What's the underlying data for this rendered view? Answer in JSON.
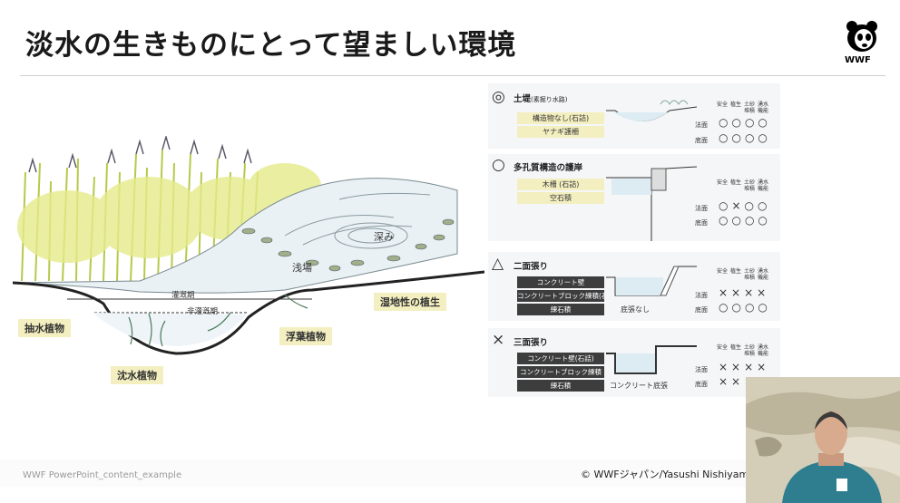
{
  "slide": {
    "title": "淡水の生きものにとって望ましい環境",
    "logo_text": "WWF",
    "footer_left": "WWF PowerPoint_content_example",
    "footer_right": "© WWFジャパン/Yasushi Nishiyam"
  },
  "scene_labels": {
    "emergent": "抽水植物",
    "submerged": "沈水植物",
    "floating": "浮葉植物",
    "wetland": "湿地性の植生",
    "shallows": "浅場",
    "deep": "深み",
    "irrigation": "灌漑期",
    "non_irrigation": "非灌漑期"
  },
  "columns": [
    "安全",
    "植生",
    "土砂堆積",
    "湧水機能"
  ],
  "row_labels": {
    "slope": "法面",
    "bottom": "底面"
  },
  "panels": [
    {
      "symbol": "◎",
      "symbol_icon": "double-circle-icon",
      "title": "土堤",
      "subtitle": "(素掘り水路)",
      "tags": [
        {
          "text": "構造物なし(石詰)",
          "style": "yellow"
        },
        {
          "text": "ヤナギ護柵",
          "style": "yellow"
        }
      ],
      "slope_marks": "○○○○",
      "bottom_marks": "○○○○",
      "note": ""
    },
    {
      "symbol": "○",
      "symbol_icon": "circle-icon",
      "title": "多孔質構造の護岸",
      "subtitle": "",
      "tags": [
        {
          "text": "木柵 (石詰)",
          "style": "yellow"
        },
        {
          "text": "空石積",
          "style": "yellow"
        }
      ],
      "slope_marks": "○×○○",
      "bottom_marks": "○○○○",
      "note": ""
    },
    {
      "symbol": "△",
      "symbol_icon": "triangle-icon",
      "title": "二面張り",
      "subtitle": "",
      "tags": [
        {
          "text": "コンクリート壁",
          "style": "dark"
        },
        {
          "text": "コンクリートブロック練積(石詰)",
          "style": "dark"
        },
        {
          "text": "練石積",
          "style": "dark"
        }
      ],
      "slope_marks": "××××",
      "bottom_marks": "○○○○",
      "note": "底張なし"
    },
    {
      "symbol": "×",
      "symbol_icon": "cross-icon",
      "title": "三面張り",
      "subtitle": "",
      "tags": [
        {
          "text": "コンクリート壁(石詰)",
          "style": "dark"
        },
        {
          "text": "コンクリートブロック練積",
          "style": "dark"
        },
        {
          "text": "練石積",
          "style": "dark"
        }
      ],
      "slope_marks": "××××",
      "bottom_marks": "××××",
      "note": "コンクリート底張"
    }
  ]
}
